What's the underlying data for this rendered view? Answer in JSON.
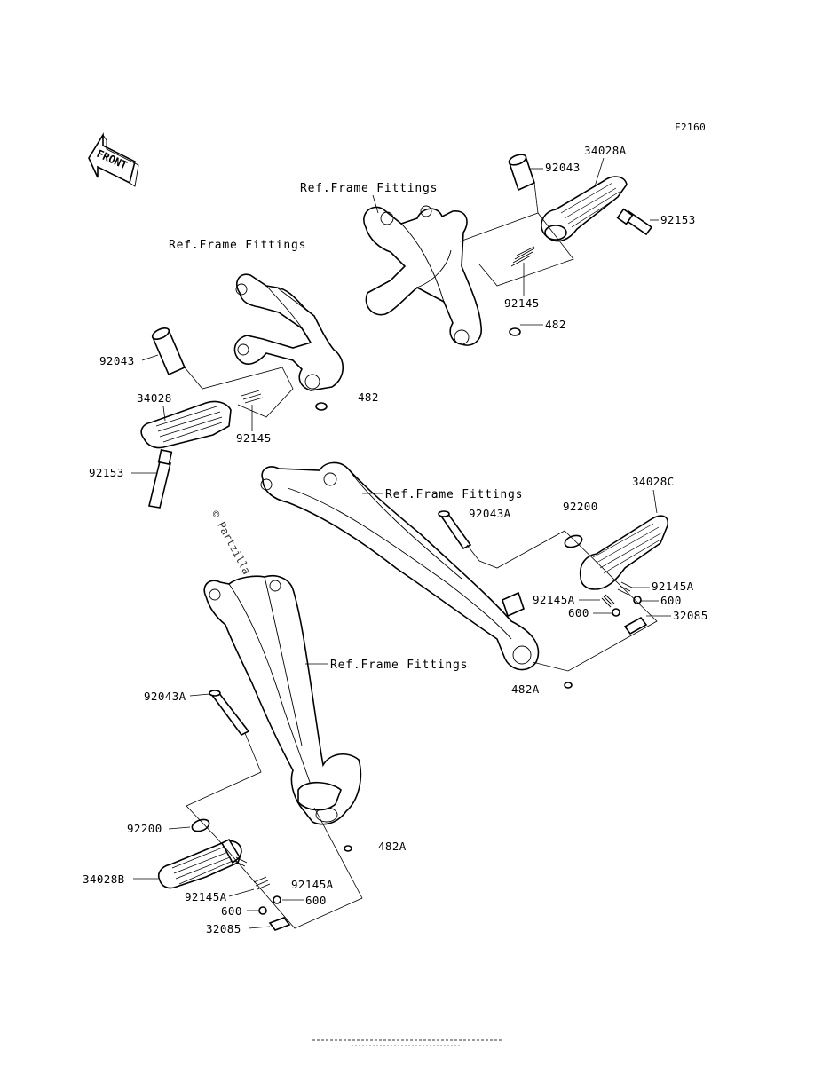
{
  "figure_id": "F2160",
  "front_marker": "FRONT",
  "watermark": "© Partzilla.com",
  "labels": {
    "ref_frame_top": "Ref.Frame Fittings",
    "ref_frame_left": "Ref.Frame Fittings",
    "ref_frame_mid": "Ref.Frame Fittings",
    "ref_frame_lower": "Ref.Frame Fittings",
    "p92043_tr": "92043",
    "p34028A": "34028A",
    "p92153_tr": "92153",
    "p92145_tr": "92145",
    "p482_tr": "482",
    "p92043_l": "92043",
    "p482_l": "482",
    "p34028": "34028",
    "p92145_l": "92145",
    "p92153_l": "92153",
    "p92043A_r": "92043A",
    "p92200_r": "92200",
    "p34028C": "34028C",
    "p92145A_r1": "92145A",
    "p92145A_r2": "92145A",
    "p600_r1": "600",
    "p600_r2": "600",
    "p32085_r": "32085",
    "p482A_r": "482A",
    "p92043A_l": "92043A",
    "p92200_l": "92200",
    "p482A_l": "482A",
    "p34028B": "34028B",
    "p92145A_l1": "92145A",
    "p92145A_l2": "92145A",
    "p600_l1": "600",
    "p600_l2": "600",
    "p32085_l": "32085"
  }
}
